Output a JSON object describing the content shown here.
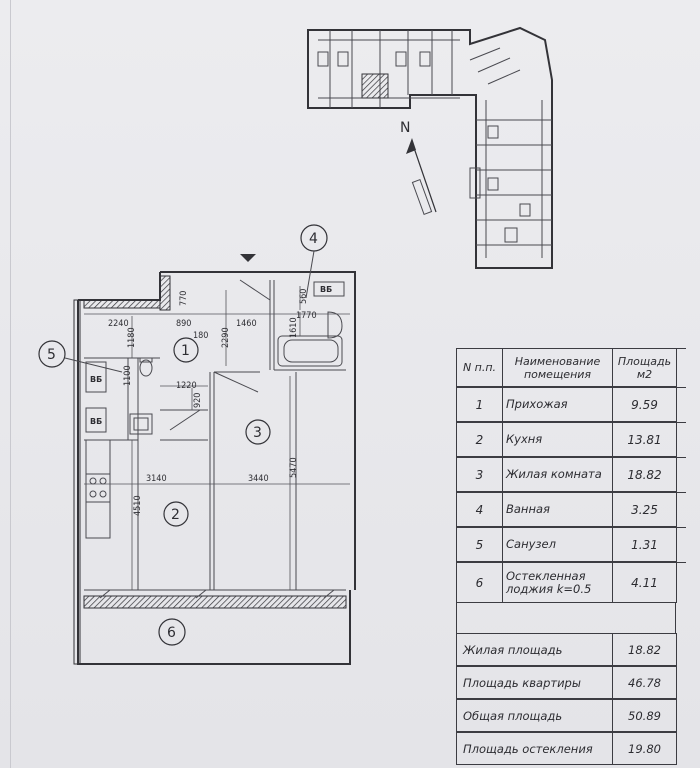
{
  "plan": {
    "north_label": "N",
    "dims": {
      "d2240": "2240",
      "d890": "890",
      "d770": "770",
      "d1460": "1460",
      "d1770": "1770",
      "d560": "560",
      "d180": "180",
      "d2290": "2290",
      "d1610": "1610",
      "d1180": "1180",
      "d1100": "1100",
      "d1220": "1220",
      "d920": "920",
      "d3140": "3140",
      "d3440": "3440",
      "d5470": "5470",
      "d4510": "4510"
    },
    "room_numbers": [
      "1",
      "2",
      "3",
      "4",
      "5",
      "6"
    ],
    "fixture_labels": {
      "vb1": "ВБ",
      "vb2": "ВБ",
      "vb3": "ВБ"
    }
  },
  "table": {
    "header": {
      "num": "N п.п.",
      "name": "Наименование помещения",
      "area": "Площадь м2"
    },
    "rows": [
      {
        "num": "1",
        "name": "Прихожая",
        "area": "9.59"
      },
      {
        "num": "2",
        "name": "Кухня",
        "area": "13.81"
      },
      {
        "num": "3",
        "name": "Жилая комната",
        "area": "18.82"
      },
      {
        "num": "4",
        "name": "Ванная",
        "area": "3.25"
      },
      {
        "num": "5",
        "name": "Санузел",
        "area": "1.31"
      },
      {
        "num": "6",
        "name": "Остекленная лоджия k=0.5",
        "area": "4.11"
      }
    ],
    "summary": [
      {
        "label": "Жилая площадь",
        "value": "18.82"
      },
      {
        "label": "Площадь квартиры",
        "value": "46.78"
      },
      {
        "label": "Общая площадь",
        "value": "50.89"
      },
      {
        "label": "Площадь остекления",
        "value": "19.80"
      }
    ]
  }
}
